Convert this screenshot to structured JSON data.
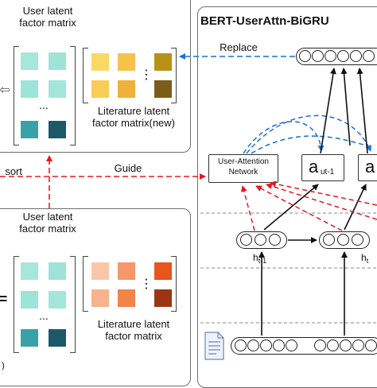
{
  "top_panel": {
    "user_matrix_label": "User latent factor matrix",
    "lit_matrix_label": "Literature latent factor matrix(new)",
    "ellipsis_v": "...",
    "ellipsis_h": "⋮",
    "user_colors": [
      "#a7e6da",
      "#9fe3d8",
      "#9be4d7",
      "#a3e6db",
      "#39a2a6",
      "#1d5868"
    ],
    "lit_colors": [
      "#fbd863",
      "#f5c24c",
      "#b89215",
      "#f7cd56",
      "#efb13a",
      "#7b5d17"
    ]
  },
  "bottom_panel": {
    "user_matrix_label": "User latent factor matrix",
    "lit_matrix_label": "Literature latent factor matrix",
    "equals": "=",
    "corner_mark": ")",
    "ellipsis_v": "...",
    "ellipsis_h": "⋮",
    "user_colors": [
      "#a7e6da",
      "#9fe3d8",
      "#9be4d7",
      "#a3e6db",
      "#39a2a6",
      "#1d5868"
    ],
    "lit_colors": [
      "#fbc7a8",
      "#f59768",
      "#e8551d",
      "#f8b38c",
      "#f08449",
      "#9c3612"
    ]
  },
  "right_panel": {
    "title": "BERT-UserAttn-BiGRU",
    "attention_network": "User-Attention Network",
    "a_prev": "a",
    "a_prev_sub": "ut-1",
    "a_next": "a",
    "h_prev": "h",
    "h_prev_sub": "t-1",
    "h_next": "h",
    "h_next_sub": "t"
  },
  "arrows": {
    "replace": "Replace",
    "guide": "Guide",
    "sort": "sort",
    "left_arrow": "⇦"
  },
  "colors": {
    "blue_dashed": "#1f6fd6",
    "red_dashed": "#e31b23",
    "panel_border": "#6e6e6e"
  }
}
